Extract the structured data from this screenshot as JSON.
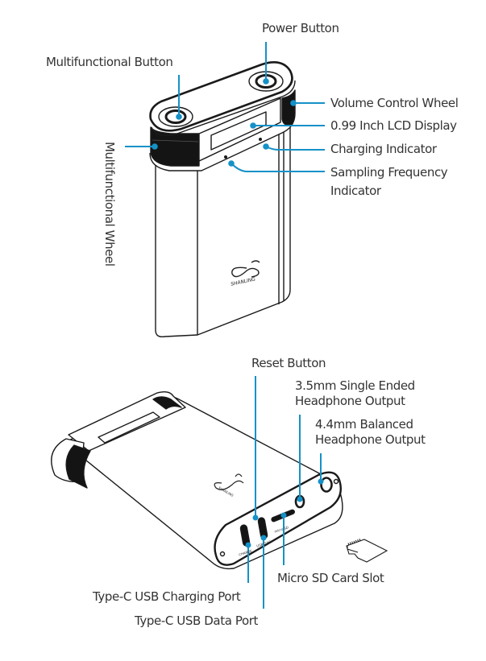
{
  "colors": {
    "callout": "#1591c8",
    "outline": "#1a1a1a",
    "wheel": "#141414",
    "text": "#333333"
  },
  "top_view": {
    "labels": {
      "power_button": "Power Button",
      "multifunctional_button": "Multifunctional Button",
      "volume_wheel": "Volume Control Wheel",
      "lcd_display": "0.99 Inch LCD Display",
      "charging_indicator": "Charging Indicator",
      "sampling_indicator_line1": "Sampling Frequency",
      "sampling_indicator_line2": "Indicator",
      "multifunctional_wheel": "Multifunctional Wheel"
    },
    "logo": {
      "brand": "SHANLING"
    }
  },
  "bottom_view": {
    "labels": {
      "reset_button": "Reset Button",
      "se_output_line1": "3.5mm Single Ended",
      "se_output_line2": "Headphone Output",
      "bal_output_line1": "4.4mm Balanced",
      "bal_output_line2": "Headphone Output",
      "sd_slot": "Micro SD Card Slot",
      "charging_port": "Type-C USB Charging Port",
      "data_port": "Type-C USB Data Port"
    },
    "port_markings": {
      "charge": "CHARGE",
      "usb_dac": "USB DAC",
      "micro_sd": "micro SD"
    },
    "logo": {
      "brand": "SHANLING"
    }
  }
}
